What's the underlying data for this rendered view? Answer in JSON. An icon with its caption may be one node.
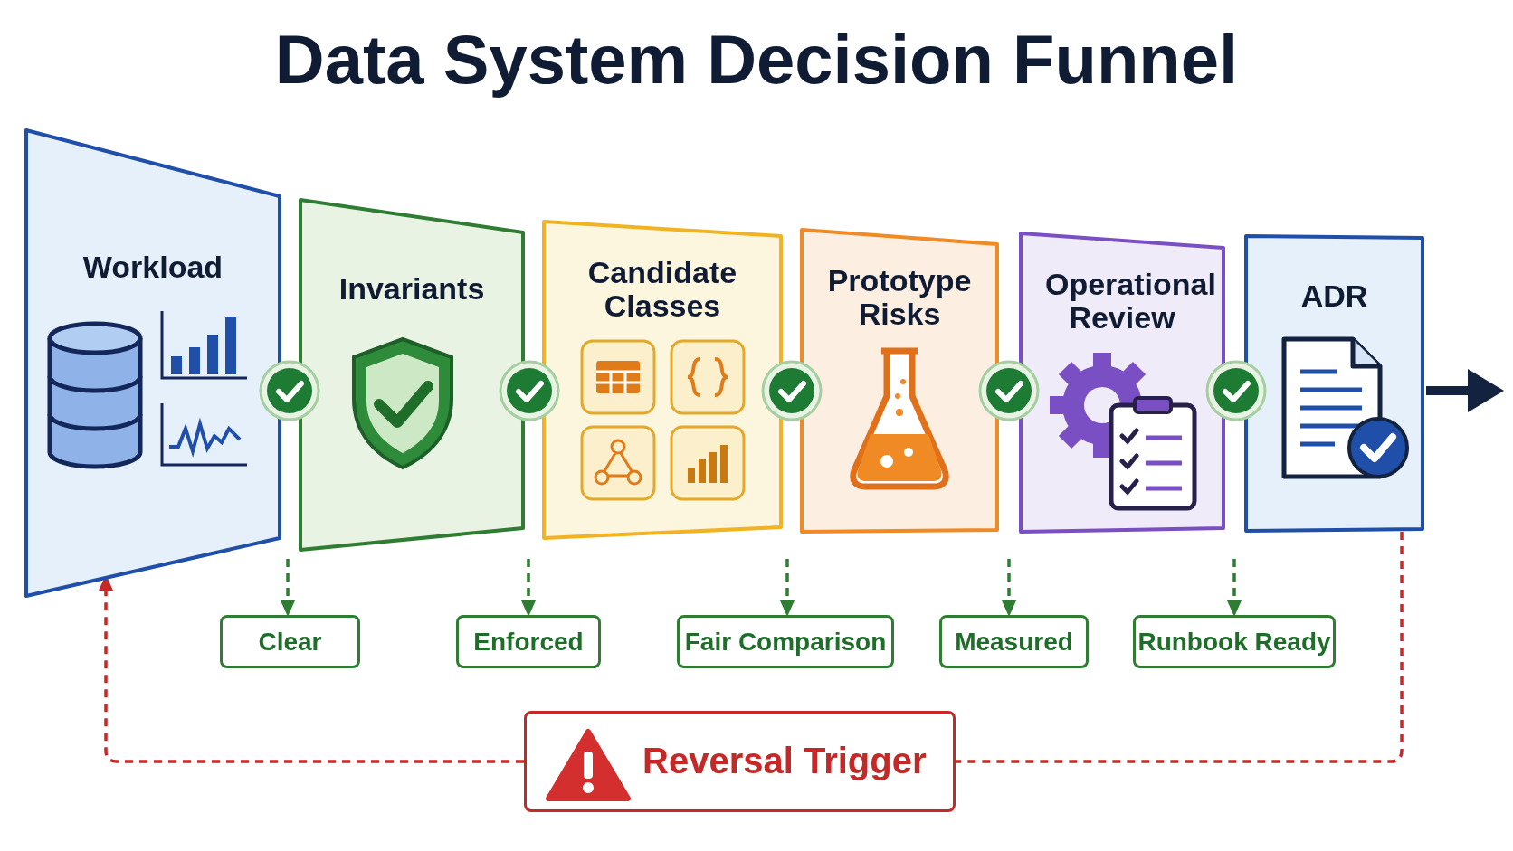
{
  "diagram": {
    "title": "Data System Decision Funnel",
    "nodes": [
      {
        "text": [
          "Workload"
        ]
      },
      {
        "text": [
          "Invariants"
        ]
      },
      {
        "text": [
          "Candidate Classes"
        ]
      },
      {
        "text": [
          "Prototype Risks"
        ]
      },
      {
        "text": [
          "Operational Review"
        ]
      },
      {
        "text": [
          "ADR"
        ]
      },
      {
        "text": [
          "Clear"
        ]
      },
      {
        "text": [
          "Enforced"
        ]
      },
      {
        "text": [
          "Fair Comparison"
        ]
      },
      {
        "text": [
          "Measured"
        ]
      },
      {
        "text": [
          "Runbook Ready"
        ]
      },
      {
        "text": [
          "Reversal Trigger"
        ]
      }
    ],
    "edges": [
      {
        "from": null,
        "to": 6,
        "arrow": "to",
        "style": "dashed"
      },
      {
        "from": null,
        "to": 7,
        "arrow": "to",
        "style": "dashed"
      },
      {
        "from": null,
        "to": 8,
        "arrow": "to",
        "style": "dashed"
      },
      {
        "from": null,
        "to": 9,
        "arrow": "to",
        "style": "dashed"
      },
      {
        "from": null,
        "to": 10,
        "arrow": "to",
        "style": "dashed"
      },
      {
        "from": 5,
        "to": 11,
        "arrow": "none",
        "style": "dashed",
        "color": "#c62828"
      },
      {
        "from": 11,
        "to": 0,
        "arrow": "to",
        "style": "dashed",
        "color": "#c62828"
      },
      {
        "from": 5,
        "to": null,
        "arrow": "to",
        "style": "thick",
        "color": "#13233f"
      }
    ]
  }
}
